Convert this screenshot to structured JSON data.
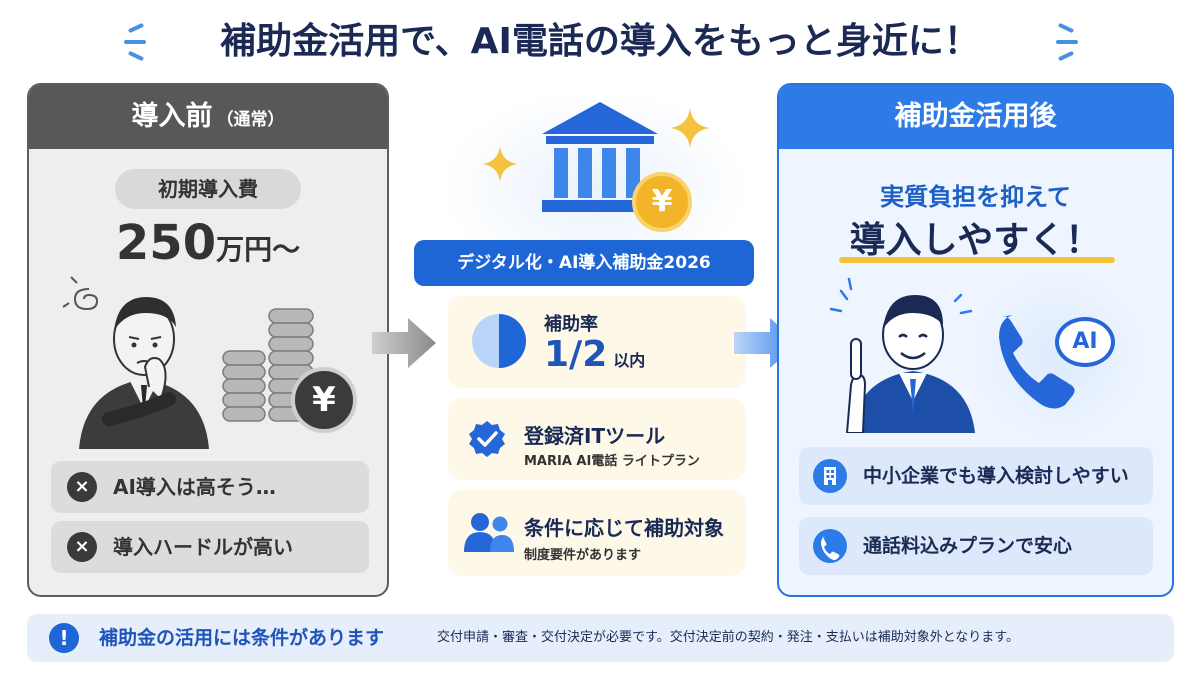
{
  "title": "補助金活用で、AI電話の導入をもっと身近に！",
  "before": {
    "header": "導入前",
    "header_sub": "（通常）",
    "cost_label": "初期導入費",
    "cost_value": "250",
    "cost_unit": "万円〜",
    "currency_symbol": "¥",
    "cons": [
      {
        "icon": "×",
        "text": "AI導入は高そう…"
      },
      {
        "icon": "×",
        "text": "導入ハードルが高い"
      }
    ]
  },
  "center": {
    "subsidy_name": "デジタル化・AI導入補助金2026",
    "currency_symbol": "¥",
    "rate": {
      "label": "補助率",
      "value": "1/2",
      "suffix": "以内",
      "fraction": 0.5
    },
    "registered": {
      "title": "登録済ITツール",
      "sub": "MARIA AI電話 ライトプラン"
    },
    "conditions": {
      "title": "条件に応じて補助対象",
      "sub": "制度要件があります"
    }
  },
  "after": {
    "header": "補助金活用後",
    "line1": "実質負担を抑えて",
    "line2": "導入しやすく！",
    "ai_badge": "AI",
    "pros": [
      {
        "icon": "building-icon",
        "text": "中小企業でも導入検討しやすい"
      },
      {
        "icon": "phone-icon",
        "text": "通話料込みプランで安心"
      }
    ]
  },
  "footer": {
    "icon": "!",
    "title": "補助金の活用には条件があります",
    "note": "交付申請・審査・交付決定が必要です。交付決定前の契約・発注・支払いは補助対象外となります。"
  },
  "colors": {
    "primary": "#1e66d6",
    "before_header": "#585858",
    "after_header": "#2d7be6",
    "accent_gold": "#f5c23e"
  }
}
